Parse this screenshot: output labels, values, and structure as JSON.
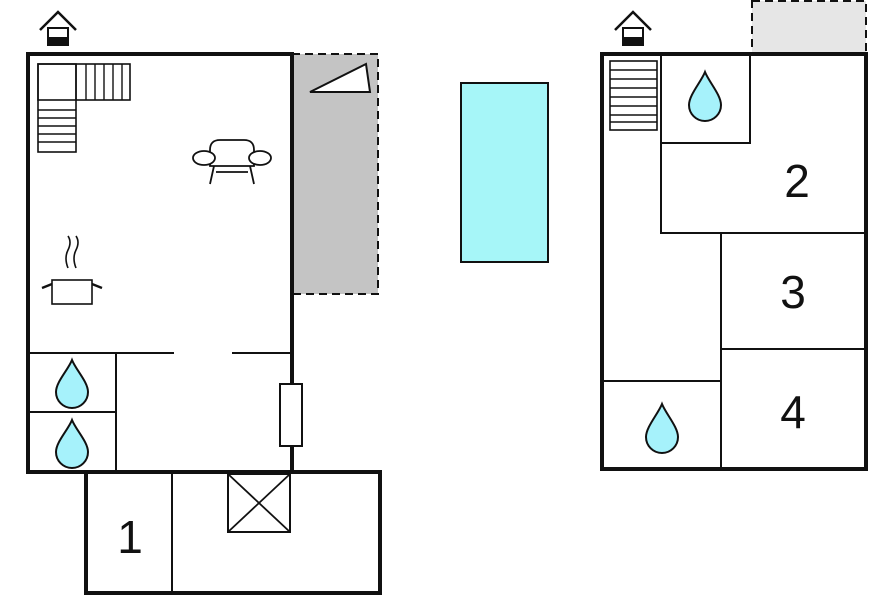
{
  "colors": {
    "wall": "#111111",
    "water": "#a6f2fb",
    "pool": "#a6f6f8",
    "terrace": "#c4c4c4",
    "terrace_light": "#e6e6e6",
    "background": "#ffffff"
  },
  "floors": [
    {
      "id": "ground-floor",
      "entrance_icon": "house-entrance-icon",
      "rooms": [
        {
          "label": "1",
          "kind": "bedroom"
        }
      ],
      "icons": [
        "staircase-icon",
        "sofa-icon",
        "cooking-pot-icon",
        "water-drop-icon",
        "water-drop-icon",
        "fireplace-icon",
        "window-icon"
      ]
    },
    {
      "id": "upper-floor",
      "entrance_icon": "house-entrance-icon",
      "rooms": [
        {
          "label": "2",
          "kind": "bedroom"
        },
        {
          "label": "3",
          "kind": "bedroom"
        },
        {
          "label": "4",
          "kind": "bedroom"
        }
      ],
      "icons": [
        "staircase-icon",
        "water-drop-icon",
        "water-drop-icon"
      ]
    }
  ],
  "pool": {
    "icon": "pool-icon"
  }
}
